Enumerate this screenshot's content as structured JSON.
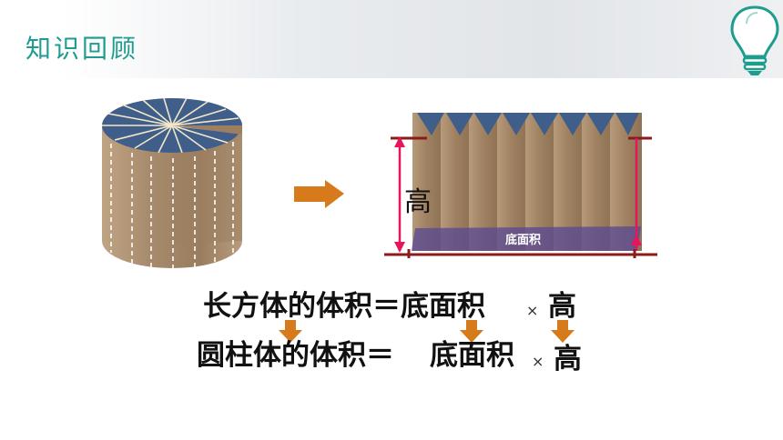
{
  "header": {
    "title": "知识回顾"
  },
  "icons": {
    "header": "lightbulb-icon",
    "transform": "arrow-right-icon",
    "down": "arrow-down-icon"
  },
  "diagram": {
    "height_label": "高",
    "base_label": "底面积"
  },
  "formulas": {
    "cuboid": {
      "lhs": "长方体的体积＝底面积",
      "times": "×",
      "rhs": "高"
    },
    "cylinder": {
      "lhs": "圆柱体的体积＝",
      "mid": "底面积",
      "times": "×",
      "rhs": "高"
    }
  },
  "colors": {
    "teal": "#1e9c90",
    "wood": "#a98d6f",
    "top_blue": "#3f5f8a",
    "arrow_orange": "#d77a1b",
    "magenta": "#e6155e",
    "dark_red": "#8b1a1a",
    "base_purple": "#5a4a92"
  }
}
